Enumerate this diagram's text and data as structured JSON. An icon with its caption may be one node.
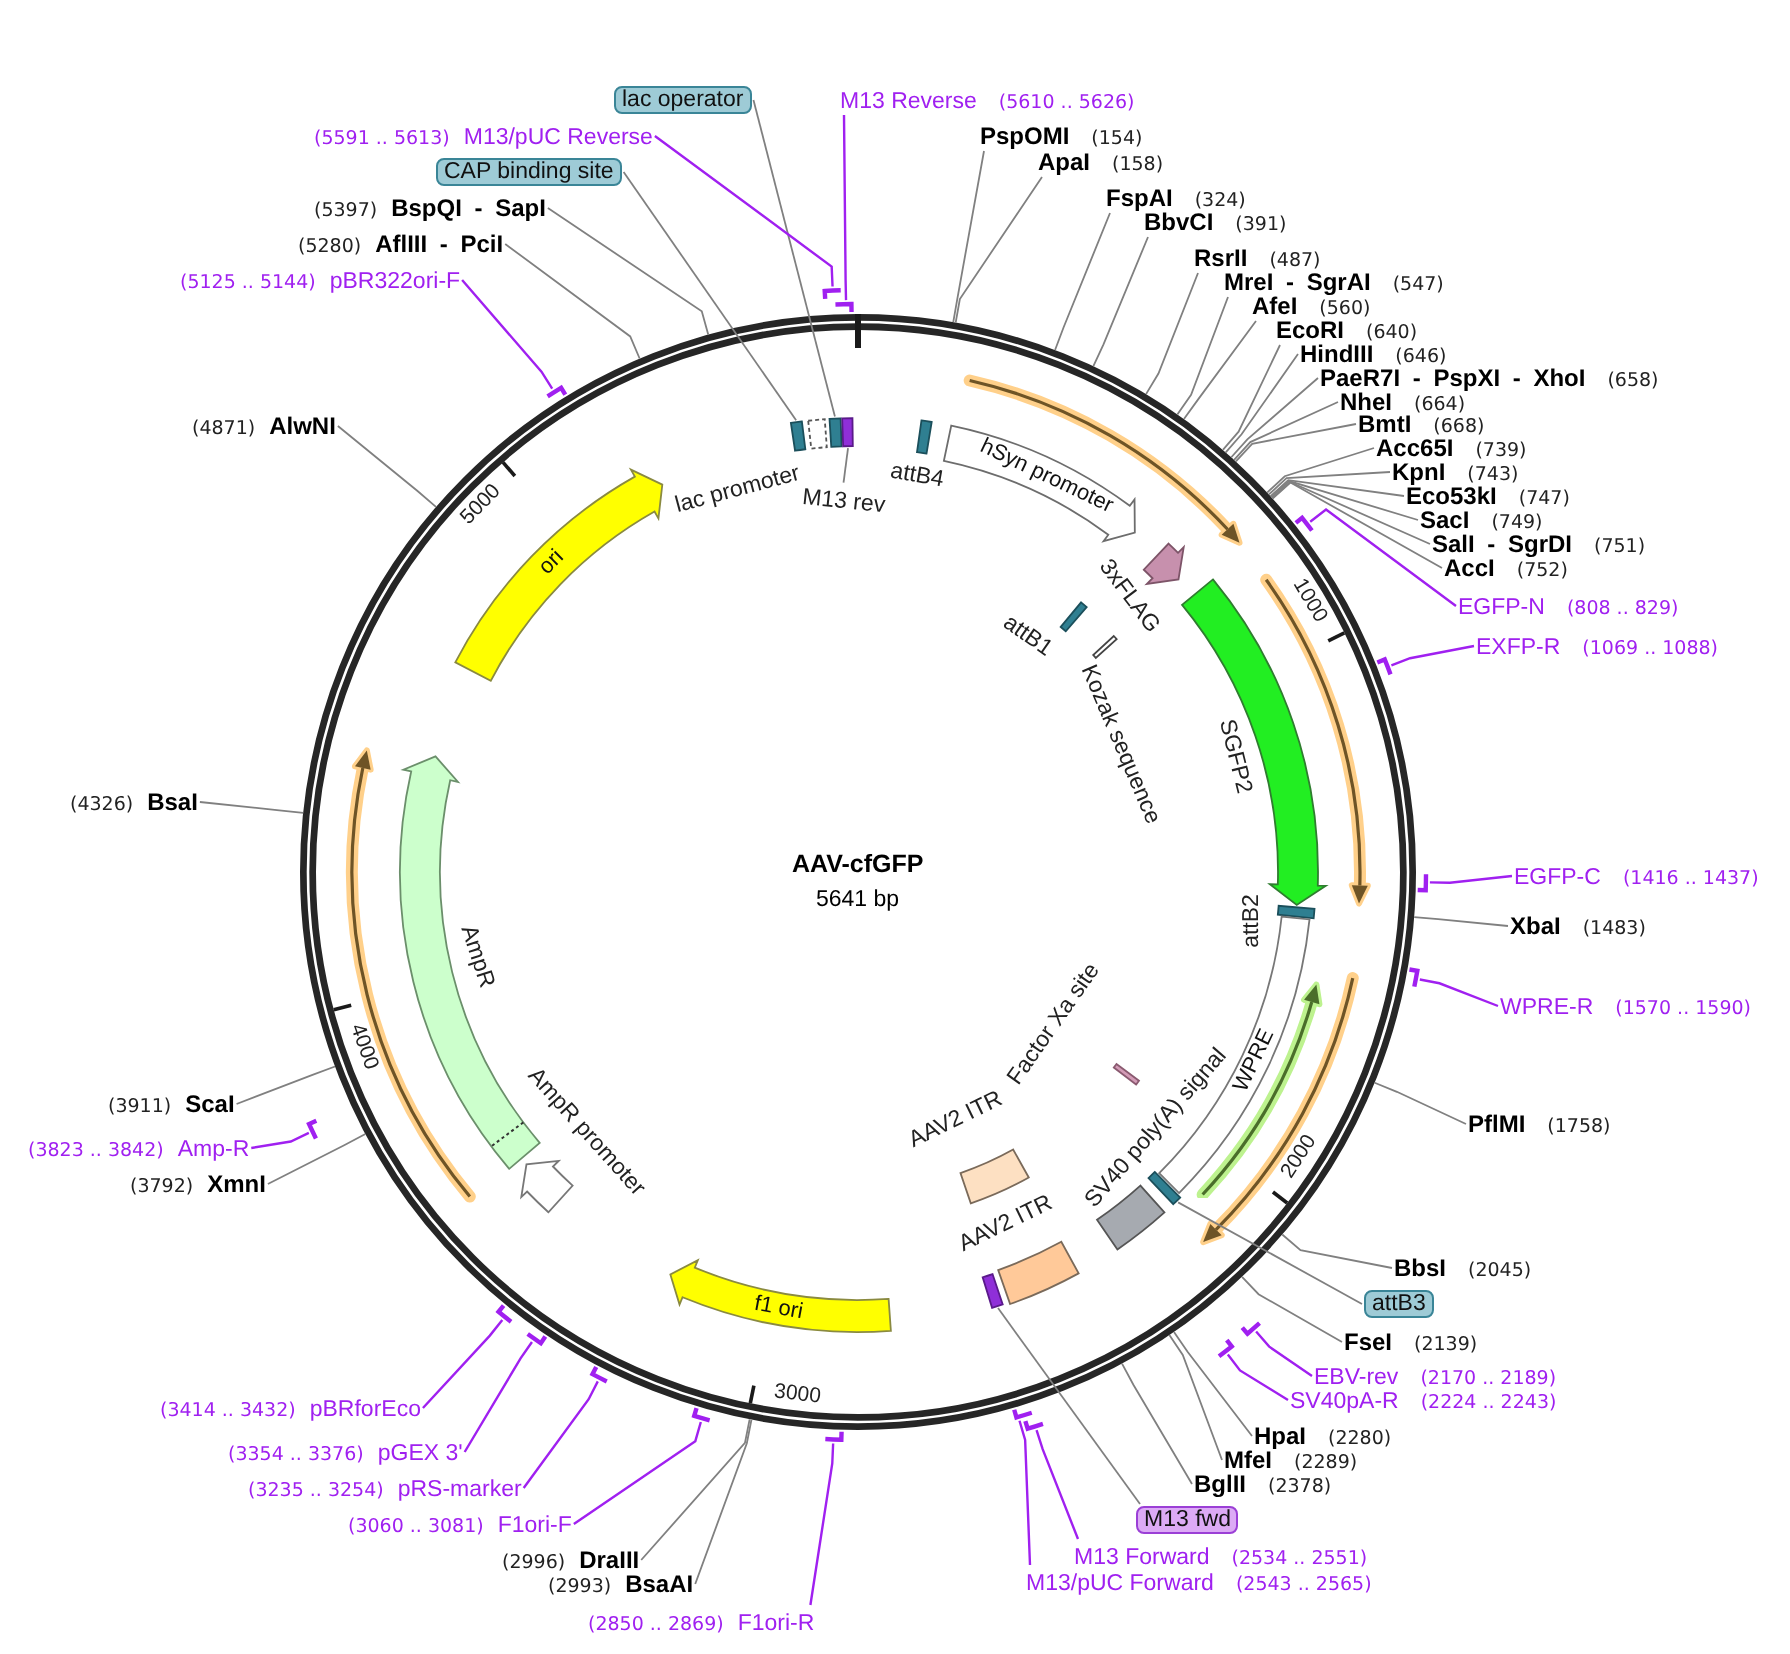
{
  "diagram": {
    "title": "AAV-cfGFP",
    "nodes": [
      {
        "text": [
          "lac operator"
        ]
      },
      {
        "text": [
          "M13 Reverse",
          "(5610 .. 5626)"
        ]
      },
      {
        "text": [
          "(5591 .. 5613)",
          "M13/pUC Reverse"
        ]
      },
      {
        "text": [
          "PspOMI",
          "(154)"
        ]
      },
      {
        "text": [
          "ApaI",
          "(158)"
        ]
      },
      {
        "text": [
          "CAP binding site"
        ]
      },
      {
        "text": [
          "FspAI",
          "(324)"
        ]
      },
      {
        "text": [
          "(5397)",
          "BspQI - SapI"
        ]
      },
      {
        "text": [
          "BbvCI",
          "(391)"
        ]
      },
      {
        "text": [
          "(5280)",
          "AflIII - PciI"
        ]
      },
      {
        "text": [
          "RsrII",
          "(487)"
        ]
      },
      {
        "text": [
          "(5125 .. 5144)",
          "pBR322ori-F"
        ]
      },
      {
        "text": [
          "MreI - SgrAI",
          "(547)"
        ]
      },
      {
        "text": [
          "AfeI",
          "(560)"
        ]
      },
      {
        "text": [
          "EcoRI",
          "(640)"
        ]
      },
      {
        "text": [
          "HindIII",
          "(646)"
        ]
      },
      {
        "text": [
          "PaeR7I - PspXI - XhoI",
          "(658)"
        ]
      },
      {
        "text": [
          "NheI",
          "(664)"
        ]
      },
      {
        "text": [
          "BmtI",
          "(668)"
        ]
      },
      {
        "text": [
          "(4871)",
          "AlwNI"
        ]
      },
      {
        "text": [
          "Acc65I",
          "(739)"
        ]
      },
      {
        "text": [
          "KpnI",
          "(743)"
        ]
      },
      {
        "text": [
          "Eco53kI",
          "(747)"
        ]
      },
      {
        "text": [
          "SacI",
          "(749)"
        ]
      },
      {
        "text": [
          "SalI - SgrDI",
          "(751)"
        ]
      },
      {
        "text": [
          "AccI",
          "(752)"
        ]
      },
      {
        "text": [
          "EGFP-N",
          "(808 .. 829)"
        ]
      },
      {
        "text": [
          "EXFP-R",
          "(1069 .. 1088)"
        ]
      },
      {
        "text": [
          "(4326)",
          "BsaI"
        ]
      },
      {
        "text": [
          "EGFP-C",
          "(1416 .. 1437)"
        ]
      },
      {
        "text": [
          "XbaI",
          "(1483)"
        ]
      },
      {
        "text": [
          "WPRE-R",
          "(1570 .. 1590)"
        ]
      },
      {
        "text": [
          "(3911)",
          "ScaI"
        ]
      },
      {
        "text": [
          "PflMI",
          "(1758)"
        ]
      },
      {
        "text": [
          "(3823 .. 3842)",
          "Amp-R"
        ]
      },
      {
        "text": [
          "(3792)",
          "XmnI"
        ]
      },
      {
        "text": [
          "BbsI",
          "(2045)"
        ]
      },
      {
        "text": [
          "attB3"
        ]
      },
      {
        "text": [
          "FseI",
          "(2139)"
        ]
      },
      {
        "text": [
          "EBV-rev",
          "(2170 .. 2189)"
        ]
      },
      {
        "text": [
          "SV40pA-R",
          "(2224 .. 2243)"
        ]
      },
      {
        "text": [
          "(3414 .. 3432)",
          "pBRforEco"
        ]
      },
      {
        "text": [
          "HpaI",
          "(2280)"
        ]
      },
      {
        "text": [
          "(3354 .. 3376)",
          "pGEX 3'"
        ]
      },
      {
        "text": [
          "MfeI",
          "(2289)"
        ]
      },
      {
        "text": [
          "BglII",
          "(2378)"
        ]
      },
      {
        "text": [
          "(3235 .. 3254)",
          "pRS-marker"
        ]
      },
      {
        "text": [
          "M13 fwd"
        ]
      },
      {
        "text": [
          "(3060 .. 3081)",
          "F1ori-F"
        ]
      },
      {
        "text": [
          "M13 Forward",
          "(2534 .. 2551)"
        ]
      },
      {
        "text": [
          "(2996)",
          "DraIII"
        ]
      },
      {
        "text": [
          "M13/pUC Forward",
          "(2543 .. 2565)"
        ]
      },
      {
        "text": [
          "(2993)",
          "BsaAI"
        ]
      },
      {
        "text": [
          "(2850 .. 2869)",
          "F1ori-R"
        ]
      },
      {
        "text": [
          "hSyn promoter"
        ]
      },
      {
        "text": [],
        "shape": "box",
        "beside": [
          "attB4"
        ]
      },
      {
        "text": [],
        "shape": "arrow",
        "beside": [
          "3xFLAG"
        ]
      },
      {
        "text": [],
        "shape": "box",
        "beside": [
          "attB1"
        ]
      },
      {
        "text": [],
        "shape": "box",
        "beside": [
          "Kozak sequence"
        ]
      },
      {
        "text": [],
        "shape": "arrow",
        "beside": [
          "SGFP2"
        ]
      },
      {
        "text": [],
        "shape": "box"
      },
      {
        "text": [
          "WPRE"
        ]
      },
      {
        "text": [],
        "shape": "box",
        "beside": [
          "Factor Xa site"
        ]
      },
      {
        "text": [],
        "shape": "box"
      },
      {
        "text": [],
        "shape": "box",
        "beside": [
          "SV40 poly(A) signal"
        ]
      },
      {
        "text": [],
        "shape": "box",
        "beside": [
          "AAV2 ITR"
        ]
      },
      {
        "text": [],
        "shape": "box",
        "beside": [
          "AAV2 ITR"
        ]
      },
      {
        "text": [],
        "shape": "box"
      },
      {
        "text": [
          "f1 ori"
        ]
      },
      {
        "text": [],
        "shape": "arrow",
        "beside": [
          "AmpR promoter"
        ]
      },
      {
        "text": [],
        "shape": "arrow",
        "beside": [
          "AmpR"
        ]
      },
      {
        "text": [
          "ori"
        ]
      },
      {
        "text": [],
        "shape": "box"
      },
      {
        "text": [],
        "shape": "box"
      },
      {
        "text": [],
        "shape": "box"
      },
      {
        "text": [],
        "shape": "box"
      },
      {
        "text": [
          "M13 rev"
        ]
      },
      {
        "text": [],
        "shape": "bar"
      },
      {
        "text": [],
        "shape": "bar"
      },
      {
        "text": [],
        "shape": "bar"
      },
      {
        "text": [],
        "shape": "bar"
      },
      {
        "text": [],
        "shape": "bar"
      },
      {
        "text": [],
        "shape": "bar"
      },
      {
        "text": [],
        "shape": "bar"
      },
      {
        "text": [],
        "shape": "bar"
      },
      {
        "text": [],
        "shape": "bar"
      },
      {
        "text": [],
        "shape": "bar"
      },
      {
        "text": [],
        "shape": "bar"
      },
      {
        "text": [],
        "shape": "bar"
      },
      {
        "text": [],
        "shape": "bar"
      },
      {
        "text": [],
        "shape": "bar"
      },
      {
        "text": [],
        "shape": "bar"
      },
      {
        "text": [],
        "shape": "bar"
      },
      {
        "text": [],
        "shape": "bar"
      }
    ],
    "edges": [
      {
        "from": 0,
        "to": 74,
        "arrow": "none"
      },
      {
        "from": 1,
        "to": 77,
        "arrow": "none",
        "color": "#a020f0"
      },
      {
        "from": 2,
        "to": 78,
        "arrow": "none",
        "color": "#a020f0"
      },
      {
        "from": 3,
        "to": null,
        "arrow": "none"
      },
      {
        "from": 4,
        "to": null,
        "arrow": "none"
      },
      {
        "from": 5,
        "to": 72,
        "arrow": "none"
      },
      {
        "from": 6,
        "to": null,
        "arrow": "none"
      },
      {
        "from": 7,
        "to": null,
        "arrow": "none"
      },
      {
        "from": 8,
        "to": null,
        "arrow": "none"
      },
      {
        "from": 9,
        "to": null,
        "arrow": "none"
      },
      {
        "from": 10,
        "to": null,
        "arrow": "none"
      },
      {
        "from": 11,
        "to": 79,
        "arrow": "none",
        "color": "#a020f0"
      },
      {
        "from": 12,
        "to": null,
        "arrow": "none"
      },
      {
        "from": 13,
        "to": null,
        "arrow": "none"
      },
      {
        "from": 14,
        "to": null,
        "arrow": "none"
      },
      {
        "from": 15,
        "to": null,
        "arrow": "none"
      },
      {
        "from": 16,
        "to": null,
        "arrow": "none"
      },
      {
        "from": 17,
        "to": null,
        "arrow": "none"
      },
      {
        "from": 18,
        "to": null,
        "arrow": "none"
      },
      {
        "from": 19,
        "to": null,
        "arrow": "none"
      },
      {
        "from": 20,
        "to": null,
        "arrow": "none"
      },
      {
        "from": 21,
        "to": null,
        "arrow": "none"
      },
      {
        "from": 22,
        "to": null,
        "arrow": "none"
      },
      {
        "from": 23,
        "to": null,
        "arrow": "none"
      },
      {
        "from": 24,
        "to": null,
        "arrow": "none"
      },
      {
        "from": 25,
        "to": null,
        "arrow": "none"
      },
      {
        "from": 26,
        "to": 80,
        "arrow": "none",
        "color": "#a020f0"
      },
      {
        "from": 27,
        "to": 81,
        "arrow": "none",
        "color": "#a020f0"
      },
      {
        "from": 28,
        "to": null,
        "arrow": "none"
      },
      {
        "from": 29,
        "to": 82,
        "arrow": "none",
        "color": "#a020f0"
      },
      {
        "from": 30,
        "to": null,
        "arrow": "none"
      },
      {
        "from": 31,
        "to": 83,
        "arrow": "none",
        "color": "#a020f0"
      },
      {
        "from": 32,
        "to": null,
        "arrow": "none"
      },
      {
        "from": 33,
        "to": null,
        "arrow": "none"
      },
      {
        "from": 34,
        "to": 84,
        "arrow": "none",
        "color": "#a020f0"
      },
      {
        "from": 35,
        "to": null,
        "arrow": "none"
      },
      {
        "from": 36,
        "to": null,
        "arrow": "none"
      },
      {
        "from": 37,
        "to": 63,
        "arrow": "none"
      },
      {
        "from": 38,
        "to": null,
        "arrow": "none"
      },
      {
        "from": 39,
        "to": 85,
        "arrow": "none",
        "color": "#a020f0"
      },
      {
        "from": 40,
        "to": 86,
        "arrow": "none",
        "color": "#a020f0"
      },
      {
        "from": 41,
        "to": 87,
        "arrow": "none",
        "color": "#a020f0"
      },
      {
        "from": 42,
        "to": null,
        "arrow": "none"
      },
      {
        "from": 43,
        "to": 88,
        "arrow": "none",
        "color": "#a020f0"
      },
      {
        "from": 44,
        "to": null,
        "arrow": "none"
      },
      {
        "from": 45,
        "to": null,
        "arrow": "none"
      },
      {
        "from": 46,
        "to": 89,
        "arrow": "none",
        "color": "#a020f0"
      },
      {
        "from": 47,
        "to": 67,
        "arrow": "none"
      },
      {
        "from": 48,
        "to": 90,
        "arrow": "none",
        "color": "#a020f0"
      },
      {
        "from": 49,
        "to": 91,
        "arrow": "none",
        "color": "#a020f0"
      },
      {
        "from": 50,
        "to": null,
        "arrow": "none"
      },
      {
        "from": 51,
        "to": 92,
        "arrow": "none",
        "color": "#a020f0"
      },
      {
        "from": 52,
        "to": null,
        "arrow": "none"
      },
      {
        "from": 53,
        "to": 93,
        "arrow": "none",
        "color": "#a020f0"
      },
      {
        "from": 76,
        "to": 75,
        "arrow": "none"
      }
    ],
    "labels": [
      "5000",
      "lac promoter",
      "1000",
      "5641 bp",
      "attB2",
      "4000",
      "2000",
      "3000"
    ]
  }
}
